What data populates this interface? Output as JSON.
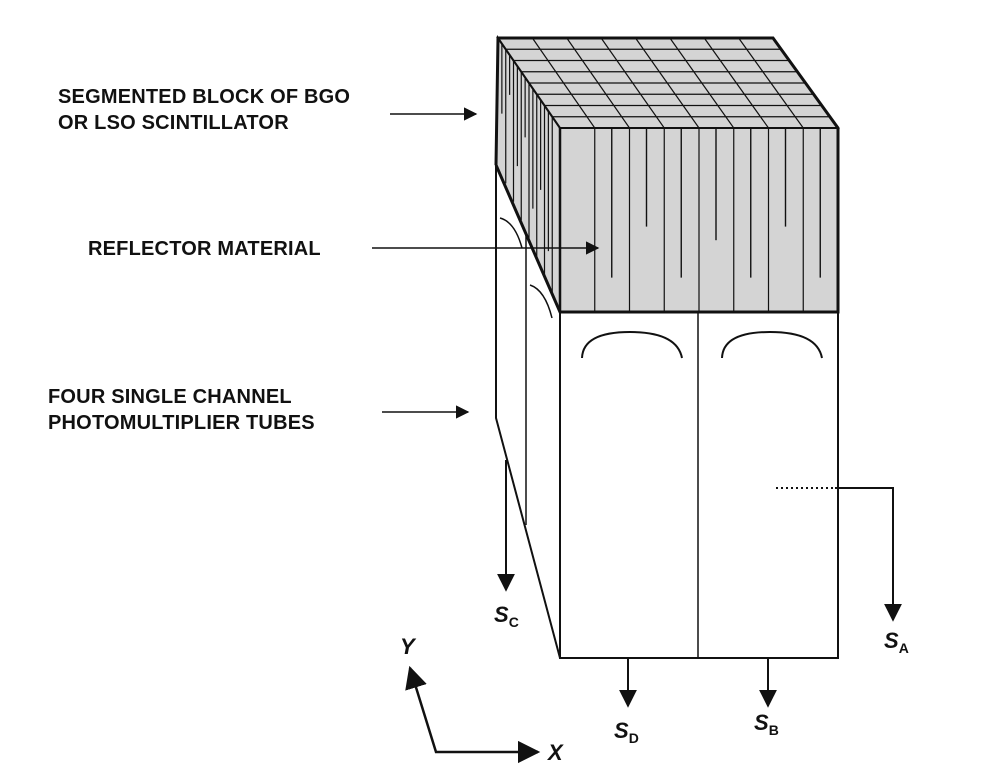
{
  "labels": {
    "scintillator_line1": "SEGMENTED BLOCK OF BGO",
    "scintillator_line2": "OR LSO SCINTILLATOR",
    "reflector": "REFLECTOR MATERIAL",
    "pmt_line1": "FOUR SINGLE CHANNEL",
    "pmt_line2": "PHOTOMULTIPLIER TUBES"
  },
  "signals": {
    "a": {
      "main": "S",
      "sub": "A"
    },
    "b": {
      "main": "S",
      "sub": "B"
    },
    "c": {
      "main": "S",
      "sub": "C"
    },
    "d": {
      "main": "S",
      "sub": "D"
    }
  },
  "axes": {
    "x": "X",
    "y": "Y"
  },
  "colors": {
    "crystal_fill": "#d4d4d4",
    "line": "#111111",
    "background": "#ffffff"
  }
}
